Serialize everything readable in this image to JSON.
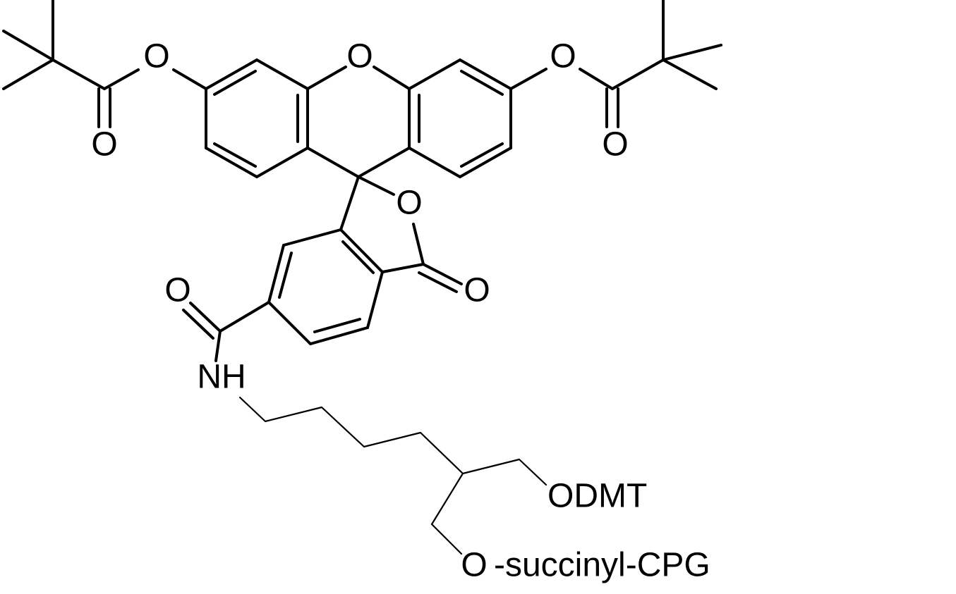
{
  "labels": {
    "o_ester_left": "O",
    "o_carbonyl_left": "O",
    "o_xanthene": "O",
    "o_ester_right": "O",
    "o_carbonyl_right": "O",
    "o_lactone": "O",
    "o_lactone_carbonyl": "O",
    "o_amide": "O",
    "nh": "NH",
    "odmt": "ODMT",
    "o_linker": "O",
    "succinyl_cpg": "-succinyl-CPG"
  },
  "colors": {
    "ink": "#000000",
    "background": "#ffffff"
  }
}
